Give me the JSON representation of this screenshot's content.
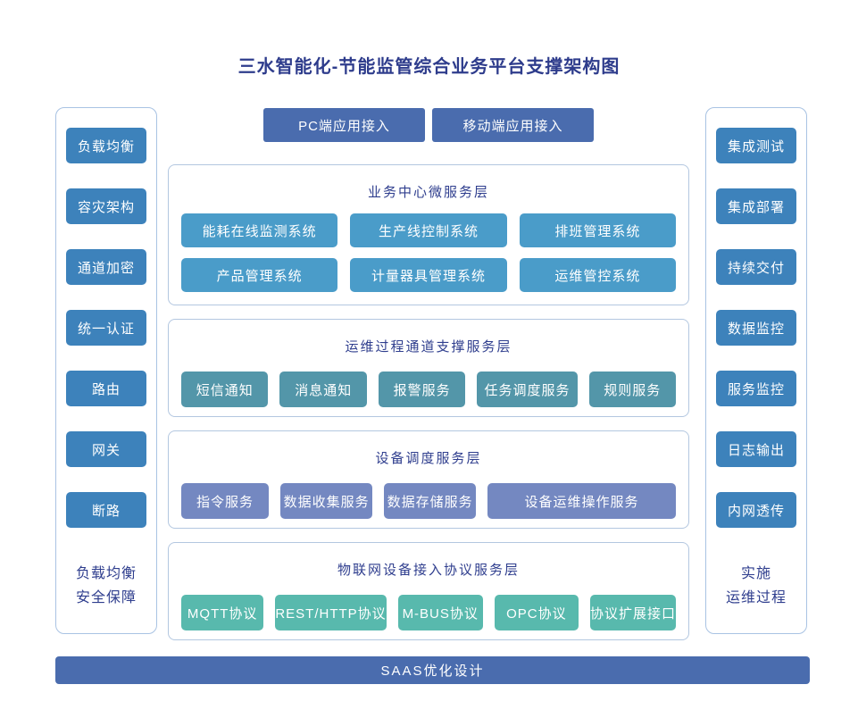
{
  "page_title": "三水智能化-节能监管综合业务平台支撑架构图",
  "colors": {
    "title_text": "#2e3c8c",
    "accent_bar": "#4a6cae",
    "sidebar_box": "#3d82bb",
    "business_box": "#4a9cc9",
    "channel_box": "#5396a9",
    "device_box": "#7488c1",
    "protocol_box": "#58b9ad",
    "panel_border": "#b3c7e0"
  },
  "access_buttons": [
    {
      "label": "PC端应用接入"
    },
    {
      "label": "移动端应用接入"
    }
  ],
  "left_sidebar": {
    "items": [
      {
        "label": "负载均衡"
      },
      {
        "label": "容灾架构"
      },
      {
        "label": "通道加密"
      },
      {
        "label": "统一认证"
      },
      {
        "label": "路由"
      },
      {
        "label": "网关"
      },
      {
        "label": "断路"
      }
    ],
    "footer_lines": [
      "负载均衡",
      "安全保障"
    ]
  },
  "right_sidebar": {
    "items": [
      {
        "label": "集成测试"
      },
      {
        "label": "集成部署"
      },
      {
        "label": "持续交付"
      },
      {
        "label": "数据监控"
      },
      {
        "label": "服务监控"
      },
      {
        "label": "日志输出"
      },
      {
        "label": "内网透传"
      }
    ],
    "footer_lines": [
      "实施",
      "运维过程"
    ]
  },
  "layers": [
    {
      "title": "业务中心微服务层",
      "boxes": [
        "能耗在线监测系统",
        "生产线控制系统",
        "排班管理系统",
        "产品管理系统",
        "计量器具管理系统",
        "运维管控系统"
      ]
    },
    {
      "title": "运维过程通道支撑服务层",
      "boxes": [
        "短信通知",
        "消息通知",
        "报警服务",
        "任务调度服务",
        "规则服务"
      ]
    },
    {
      "title": "设备调度服务层",
      "boxes": [
        "指令服务",
        "数据收集服务",
        "数据存储服务",
        "设备运维操作服务"
      ]
    },
    {
      "title": "物联网设备接入协议服务层",
      "boxes": [
        "MQTT协议",
        "REST/HTTP协议",
        "M-BUS协议",
        "OPC协议",
        "协议扩展接口"
      ]
    }
  ],
  "bottom_bar": {
    "label": "SAAS优化设计"
  }
}
